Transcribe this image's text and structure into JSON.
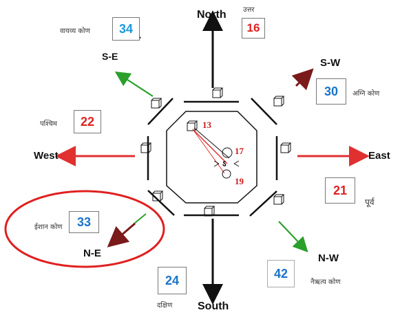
{
  "directions": {
    "north": "North",
    "south": "South",
    "east": "East",
    "west": "West",
    "se": "S-E",
    "sw": "S-W",
    "ne": "N-E",
    "nw": "N-W"
  },
  "hindi_labels": {
    "north": "उत्तर",
    "se": "वायव्य कोण",
    "sw": "अग्नि कोण",
    "west": "पश्चिम",
    "east": "पूर्व",
    "ne": "ईशान कोण",
    "south": "दक्षिण",
    "nw": "नैऋत्य कोण"
  },
  "numbers": {
    "north": "16",
    "se": "34",
    "sw": "30",
    "west": "22",
    "east": "21",
    "ne": "33",
    "south": "24",
    "nw": "42"
  },
  "inner": {
    "n13": "13",
    "n17": "17",
    "n19": "19",
    "center_glyph": "ऽ"
  },
  "colors": {
    "black_arrow": "#111111",
    "red_arrow": "#e03030",
    "green_arrow": "#2aa02a",
    "maroon_arrow": "#7a1a1a",
    "red_number": "#e02020",
    "blue_number": "#1a73c8",
    "highlight_circle": "#e02020"
  }
}
